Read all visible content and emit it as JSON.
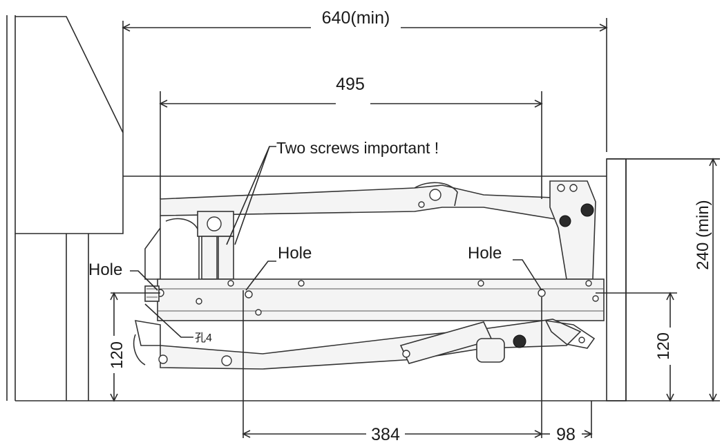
{
  "dimensions": {
    "overall_width": "640(min)",
    "mechanism_width": "495",
    "height_right": "240 (min)",
    "left_height": "120",
    "right_height": "120",
    "bottom_span": "384",
    "bottom_offset": "98"
  },
  "callouts": {
    "screws": "Two screws important !",
    "hole_left": "Hole",
    "hole_center": "Hole",
    "hole_right": "Hole",
    "hole_number": "孔4"
  }
}
